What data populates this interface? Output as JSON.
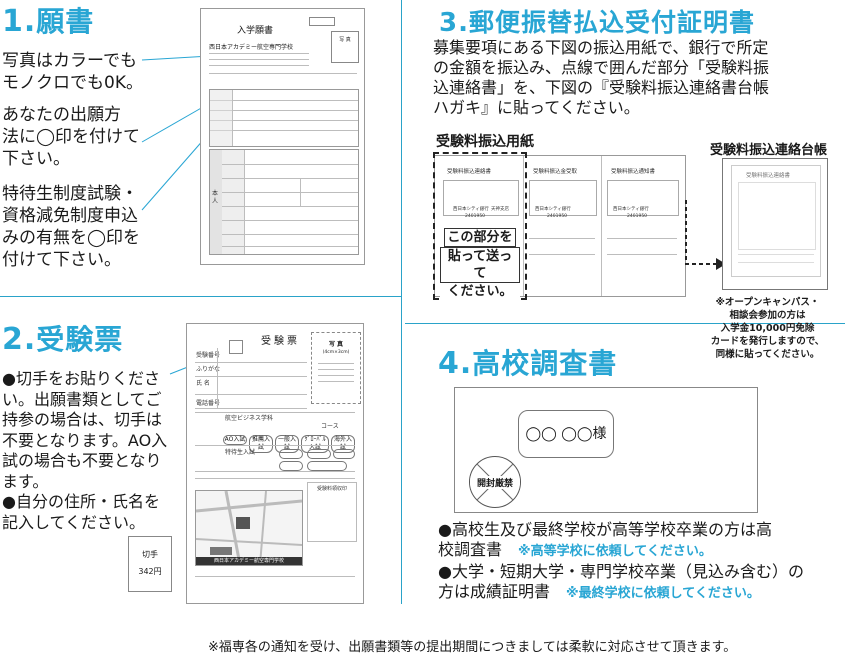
{
  "section1": {
    "num": "1.",
    "title": "願書",
    "para1": [
      "写真はカラーでも",
      "モノクロでも0K。"
    ],
    "para2": [
      "あなたの出願方",
      "法に◯印を付けて",
      "下さい。"
    ],
    "para3": [
      "特待生制度試験・",
      "資格減免制度申込",
      "みの有無を◯印を",
      "付けて下さい。"
    ],
    "form": {
      "title": "入学願書",
      "school": "西日本アカデミー航空専門学校",
      "photo": "写 真",
      "side": "本人"
    }
  },
  "section2": {
    "num": "2.",
    "title": "受験票",
    "para": [
      "●切手をお貼りくださ",
      "い。出願書類としてご",
      "持参の場合は、切手は",
      "不要となります。AO入",
      "試の場合も不要となり",
      "ます。",
      "●自分の住所・氏名を",
      "記入してください。"
    ],
    "stamp": [
      "切手",
      "342円"
    ],
    "card": {
      "title": "受験票",
      "photo": "写 真",
      "photo_size": "(4cm×3cm)",
      "rows": [
        "受験番号",
        "ふりがな",
        "氏 名",
        "電話番号"
      ],
      "school": "航空ビジネス学科",
      "course": "コース",
      "pills": [
        "AO入試",
        "推薦入試",
        "一般入試",
        "ｸﾞﾛｰﾊﾞﾙ入試",
        "海外入試"
      ],
      "tokutai": "特待生入試",
      "seal": "受験料領収印",
      "map_label": "西日本アカデミー航空専門学校"
    }
  },
  "section3": {
    "num": "3.",
    "title": "郵便振替払込受付証明書",
    "para": [
      "募集要項にある下図の振込用紙で、銀行で所定",
      "の金額を振込み、点線で囲んだ部分「受験料振",
      "込連絡書」を、下図の『受験料振込連絡書台帳",
      "ハガキ』に貼ってください。"
    ],
    "label_left": "受験料振込用紙",
    "label_right": "受験料振込連絡台帳",
    "slip_titles": [
      "受験料振込連絡書",
      "受験料振込金受取",
      "受験料振込通知書"
    ],
    "slip_bank": "西日本シティ銀行",
    "slip_branch": "天神支店",
    "slip_acct": "2401950",
    "callout": [
      "この部分を",
      "貼って送って",
      "ください。"
    ],
    "ledger_title": "受験料振込連絡書",
    "note": [
      "※オープンキャンパス・",
      "相談会参加の方は",
      "入学金10,000円免除",
      "カードを発行しますので、",
      "同様に貼ってください。"
    ]
  },
  "section4": {
    "num": "4.",
    "title": "高校調査書",
    "envelope_name": "◯◯ ◯◯様",
    "seal": "開封厳禁",
    "line1a": "●高校生及び最終学校が高等学校卒業の方は高",
    "line1b": "校調査書",
    "note1": "※高等学校に依頼してください。",
    "line2a": "●大学・短期大学・専門学校卒業（見込み含む）の",
    "line2b": "方は成績証明書",
    "note2": "※最終学校に依頼してください。"
  },
  "footer": "※福専各の通知を受け、出願書類等の提出期間につきましては柔軟に対応させて頂きます。"
}
